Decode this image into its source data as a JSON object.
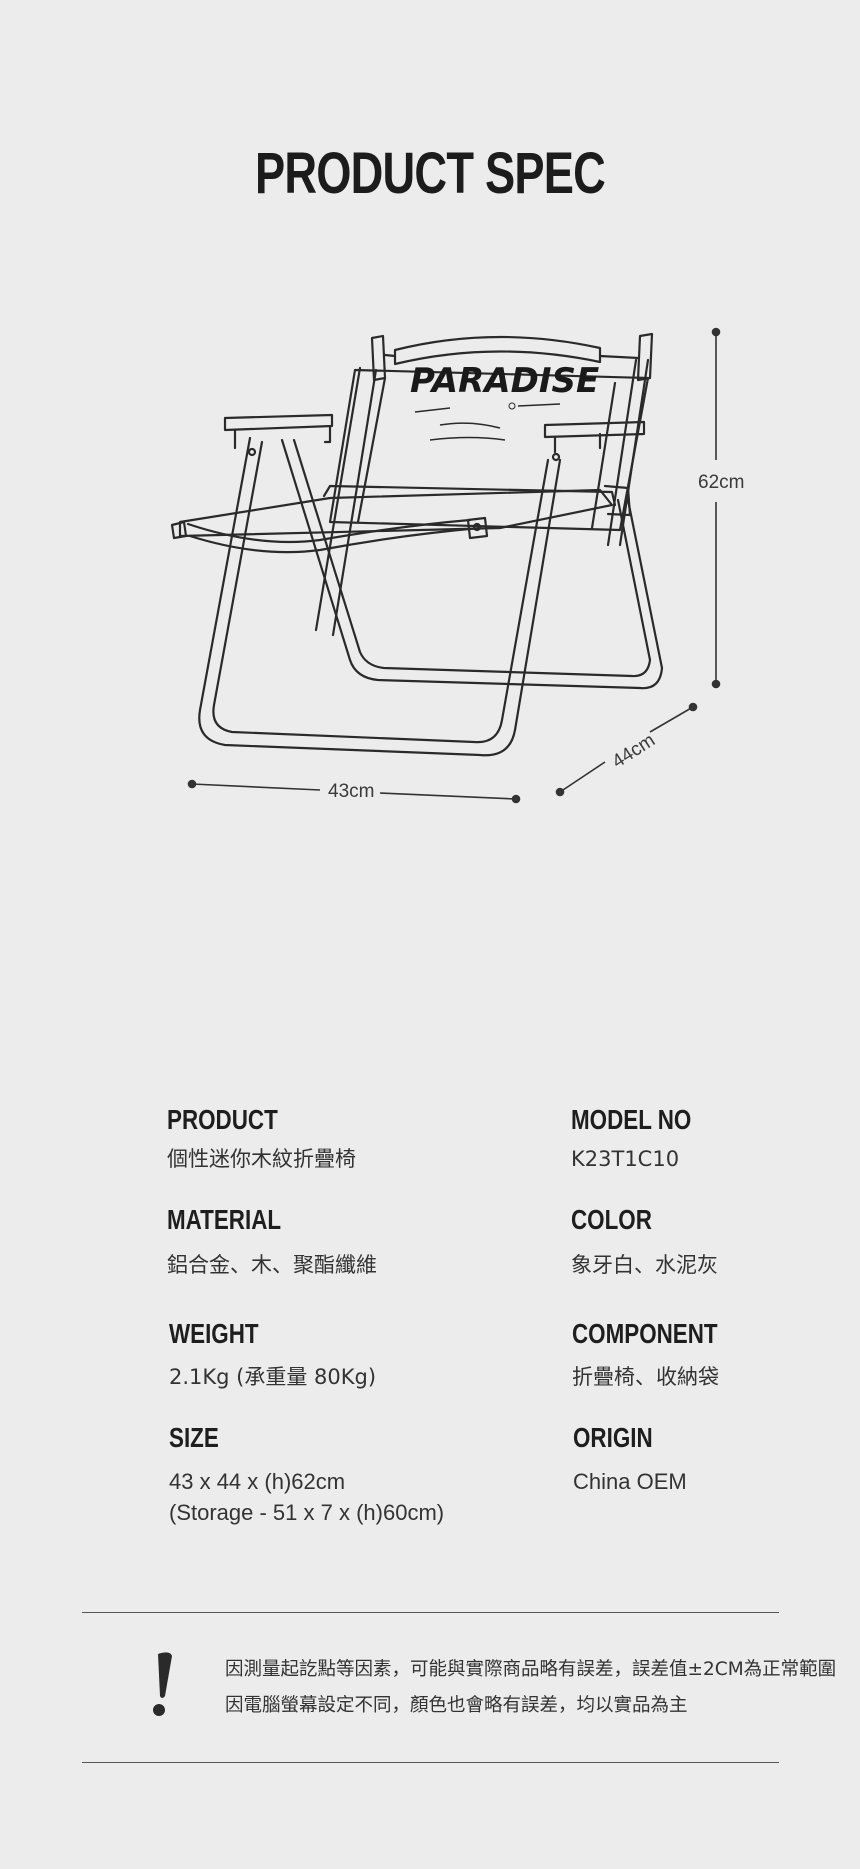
{
  "header": {
    "title": "PRODUCT SPEC"
  },
  "illustration": {
    "brand_text": "PARADISE",
    "dim_height": "62cm",
    "dim_width": "43cm",
    "dim_depth": "44cm"
  },
  "specs": {
    "product": {
      "label": "PRODUCT",
      "value": "個性迷你木紋折疊椅"
    },
    "model": {
      "label": "MODEL NO",
      "value": "K23T1C10"
    },
    "material": {
      "label": "MATERIAL",
      "value": "鋁合金、木、聚酯纖維"
    },
    "color": {
      "label": "COLOR",
      "value": "象牙白、水泥灰"
    },
    "weight": {
      "label": "WEIGHT",
      "value": "2.1Kg (承重量 80Kg)"
    },
    "component": {
      "label": "COMPONENT",
      "value": "折疊椅、收納袋"
    },
    "size": {
      "label": "SIZE",
      "value_line1": "43 x 44 x (h)62cm",
      "value_line2": "(Storage - 51 x 7 x (h)60cm)"
    },
    "origin": {
      "label": "ORIGIN",
      "value": "China OEM"
    }
  },
  "notice": {
    "icon": "exclamation-icon",
    "line1": "因測量起訖點等因素，可能與實際商品略有誤差，誤差值±2CM為正常範圍",
    "line2": "因電腦螢幕設定不同，顏色也會略有誤差，均以實品為主"
  }
}
